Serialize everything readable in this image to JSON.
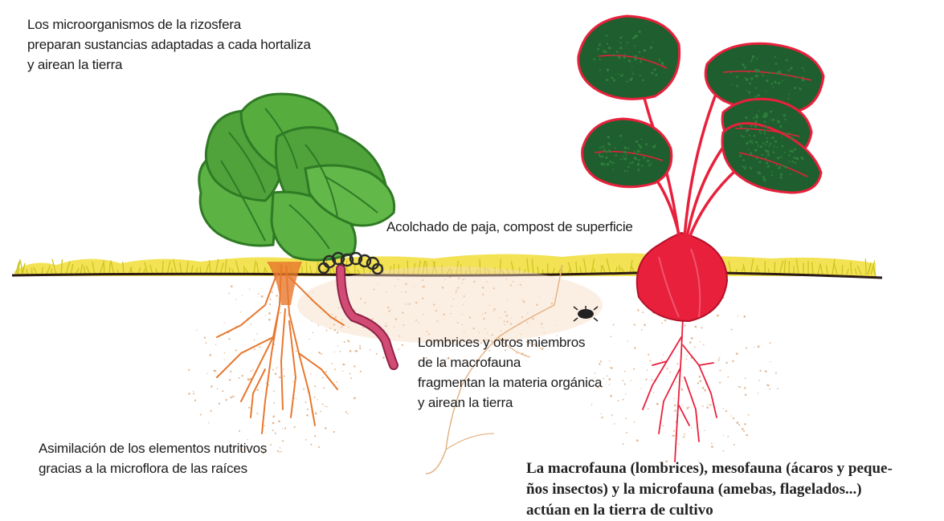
{
  "annotations": {
    "rhizosphere": {
      "lines": [
        "Los microorganismos de la rizosfera",
        "preparan sustancias adaptadas a cada hortaliza",
        "y airean la tierra"
      ]
    },
    "mulch": {
      "text": "Acolchado de paja, compost de superficie"
    },
    "earthworms": {
      "lines": [
        "Lombrices y otros miembros",
        "de la macrofauna",
        "fragmentan la materia orgánica",
        "y airean la tierra"
      ]
    },
    "assimilation": {
      "lines": [
        "Asimilación de los elementos nutritivos",
        "gracias a la microflora de las raíces"
      ]
    },
    "fauna": {
      "lines": [
        "La macrofauna (lombrices), mesofauna (ácaros y peque-",
        "ños insectos) y la microfauna (amebas, flagelados...)",
        "actúan en la tierra de cultivo"
      ]
    }
  },
  "colors": {
    "straw": "#f2e04a",
    "straw_dark": "#c9c21e",
    "ground_line": "#2b1a12",
    "lettuce": "#4fa33a",
    "lettuce_dark": "#2f7a25",
    "root_orange": "#e8782e",
    "worm": "#c23a63",
    "beet": "#e8203c",
    "beet_leaf": "#1f5e2e",
    "soil_dots": "#d9a070"
  },
  "icons": [
    "lettuce-plant",
    "beet-plant",
    "earthworm",
    "worm-casting",
    "beetle"
  ]
}
